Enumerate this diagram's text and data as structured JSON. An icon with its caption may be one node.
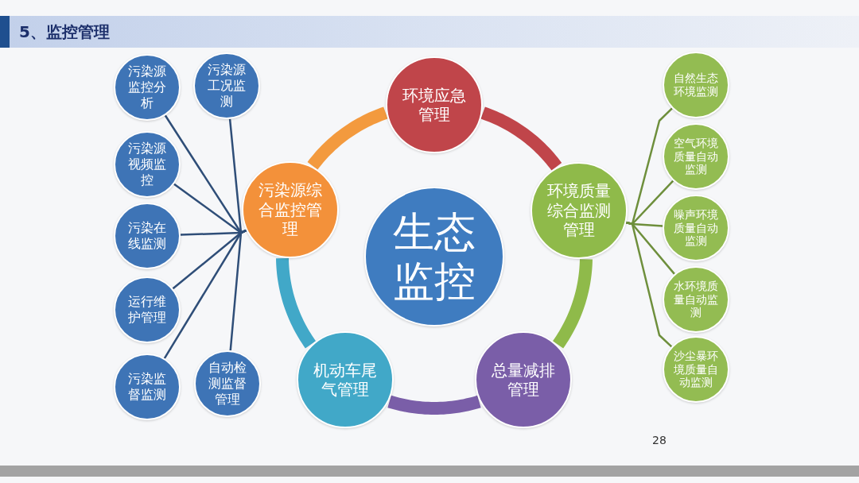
{
  "diagram": {
    "title": "5、监控管理",
    "nodes": [
      {
        "text": [
          "生态监控"
        ]
      },
      {
        "text": [
          "环境应急管理"
        ]
      },
      {
        "text": [
          "环境质量综合监测管理"
        ]
      },
      {
        "text": [
          "总量减排管理"
        ]
      },
      {
        "text": [
          "机动车尾气管理"
        ]
      },
      {
        "text": [
          "污染源综合监控管理"
        ]
      },
      {
        "text": [
          "污染源监控分析"
        ]
      },
      {
        "text": [
          "污染源工况监测"
        ]
      },
      {
        "text": [
          "污染源视频监控"
        ]
      },
      {
        "text": [
          "污染在线监测"
        ]
      },
      {
        "text": [
          "运行维护管理"
        ]
      },
      {
        "text": [
          "污染监督监测"
        ]
      },
      {
        "text": [
          "自动检测监督管理"
        ]
      },
      {
        "text": [
          "自然生态环境监测"
        ]
      },
      {
        "text": [
          "空气环境质量自动监测"
        ]
      },
      {
        "text": [
          "噪声环境质量自动监测"
        ]
      },
      {
        "text": [
          "水环境质量自动监测"
        ]
      },
      {
        "text": [
          "沙尘暴环境质量自动监测"
        ]
      }
    ],
    "edges": [
      {
        "from": 5,
        "to": 1,
        "arrow": "none",
        "style": "thick",
        "color": "#f39a3e"
      },
      {
        "from": 1,
        "to": 2,
        "arrow": "none",
        "style": "thick",
        "color": "#c0454a"
      },
      {
        "from": 2,
        "to": 3,
        "arrow": "none",
        "style": "thick",
        "color": "#8fba4a"
      },
      {
        "from": 3,
        "to": 4,
        "arrow": "none",
        "style": "thick",
        "color": "#7a5ea8"
      },
      {
        "from": 4,
        "to": 5,
        "arrow": "none",
        "style": "thick",
        "color": "#41a8c8"
      },
      {
        "from": 5,
        "to": 6,
        "arrow": "none",
        "color": "#2f4e78"
      },
      {
        "from": 5,
        "to": 7,
        "arrow": "none",
        "color": "#2f4e78"
      },
      {
        "from": 5,
        "to": 8,
        "arrow": "none",
        "color": "#2f4e78"
      },
      {
        "from": 5,
        "to": 9,
        "arrow": "none",
        "color": "#2f4e78"
      },
      {
        "from": 5,
        "to": 10,
        "arrow": "none",
        "color": "#2f4e78"
      },
      {
        "from": 5,
        "to": 11,
        "arrow": "none",
        "color": "#2f4e78"
      },
      {
        "from": 5,
        "to": 12,
        "arrow": "none",
        "color": "#2f4e78"
      },
      {
        "from": 2,
        "to": 13,
        "arrow": "none",
        "color": "#6e8f3c"
      },
      {
        "from": 2,
        "to": 14,
        "arrow": "none",
        "color": "#6e8f3c"
      },
      {
        "from": 2,
        "to": 15,
        "arrow": "none",
        "color": "#6e8f3c"
      },
      {
        "from": 2,
        "to": 16,
        "arrow": "none",
        "color": "#6e8f3c"
      },
      {
        "from": 2,
        "to": 17,
        "arrow": "none",
        "color": "#6e8f3c"
      }
    ],
    "labels": [
      "28"
    ]
  }
}
